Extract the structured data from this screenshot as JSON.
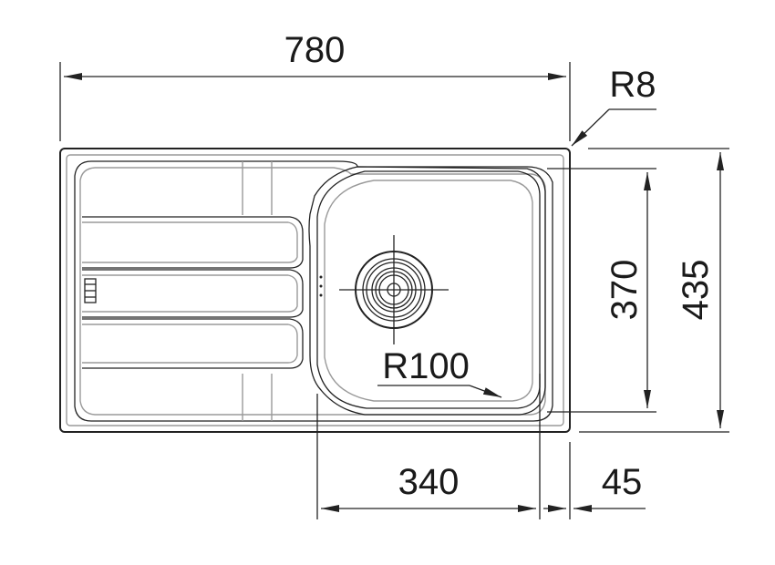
{
  "drawing": {
    "dimensions": {
      "overall_width": "780",
      "corner_radius": "R8",
      "bowl_height": "370",
      "overall_depth": "435",
      "bowl_radius": "R100",
      "bowl_width": "340",
      "bowl_offset": "45"
    },
    "colors": {
      "line": "#222222",
      "background": "#ffffff"
    }
  }
}
